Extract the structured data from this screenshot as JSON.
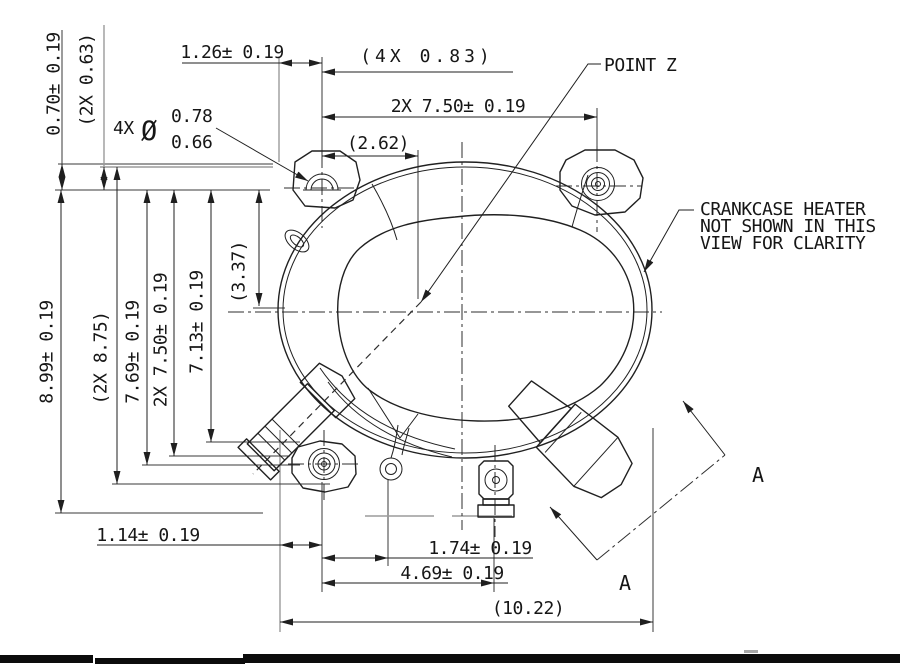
{
  "colors": {
    "line": "#1f1f1f",
    "gray": "#9b9b9b",
    "bg": "#ffffff"
  },
  "dims": {
    "d070": "0.70± 0.19",
    "d2x063": "(2X 0.63)",
    "d126": "1.26± 0.19",
    "d4x083": "(4X  0.83)",
    "d750h": "2X 7.50± 0.19",
    "d262": "(2.62)",
    "d899": "8.99± 0.19",
    "d2x875": "(2X 8.75)",
    "d769": "7.69± 0.19",
    "d2x750v": "2X 7.50± 0.19",
    "d713": "7.13± 0.19",
    "d337": "(3.37)",
    "d114": "1.14± 0.19",
    "d174": "1.74± 0.19",
    "d469": "4.69± 0.19",
    "d1022": "(10.22)"
  },
  "hole_note": {
    "qty": "4X",
    "symbol": "Ø",
    "upper": "0.78",
    "lower": "0.66"
  },
  "notes": {
    "point_z": "POINT Z",
    "crankcase_1": "CRANKCASE HEATER",
    "crankcase_2": "NOT SHOWN IN THIS",
    "crankcase_3": "VIEW FOR CLARITY"
  },
  "section": {
    "label_upper": "A",
    "label_lower": "A"
  }
}
